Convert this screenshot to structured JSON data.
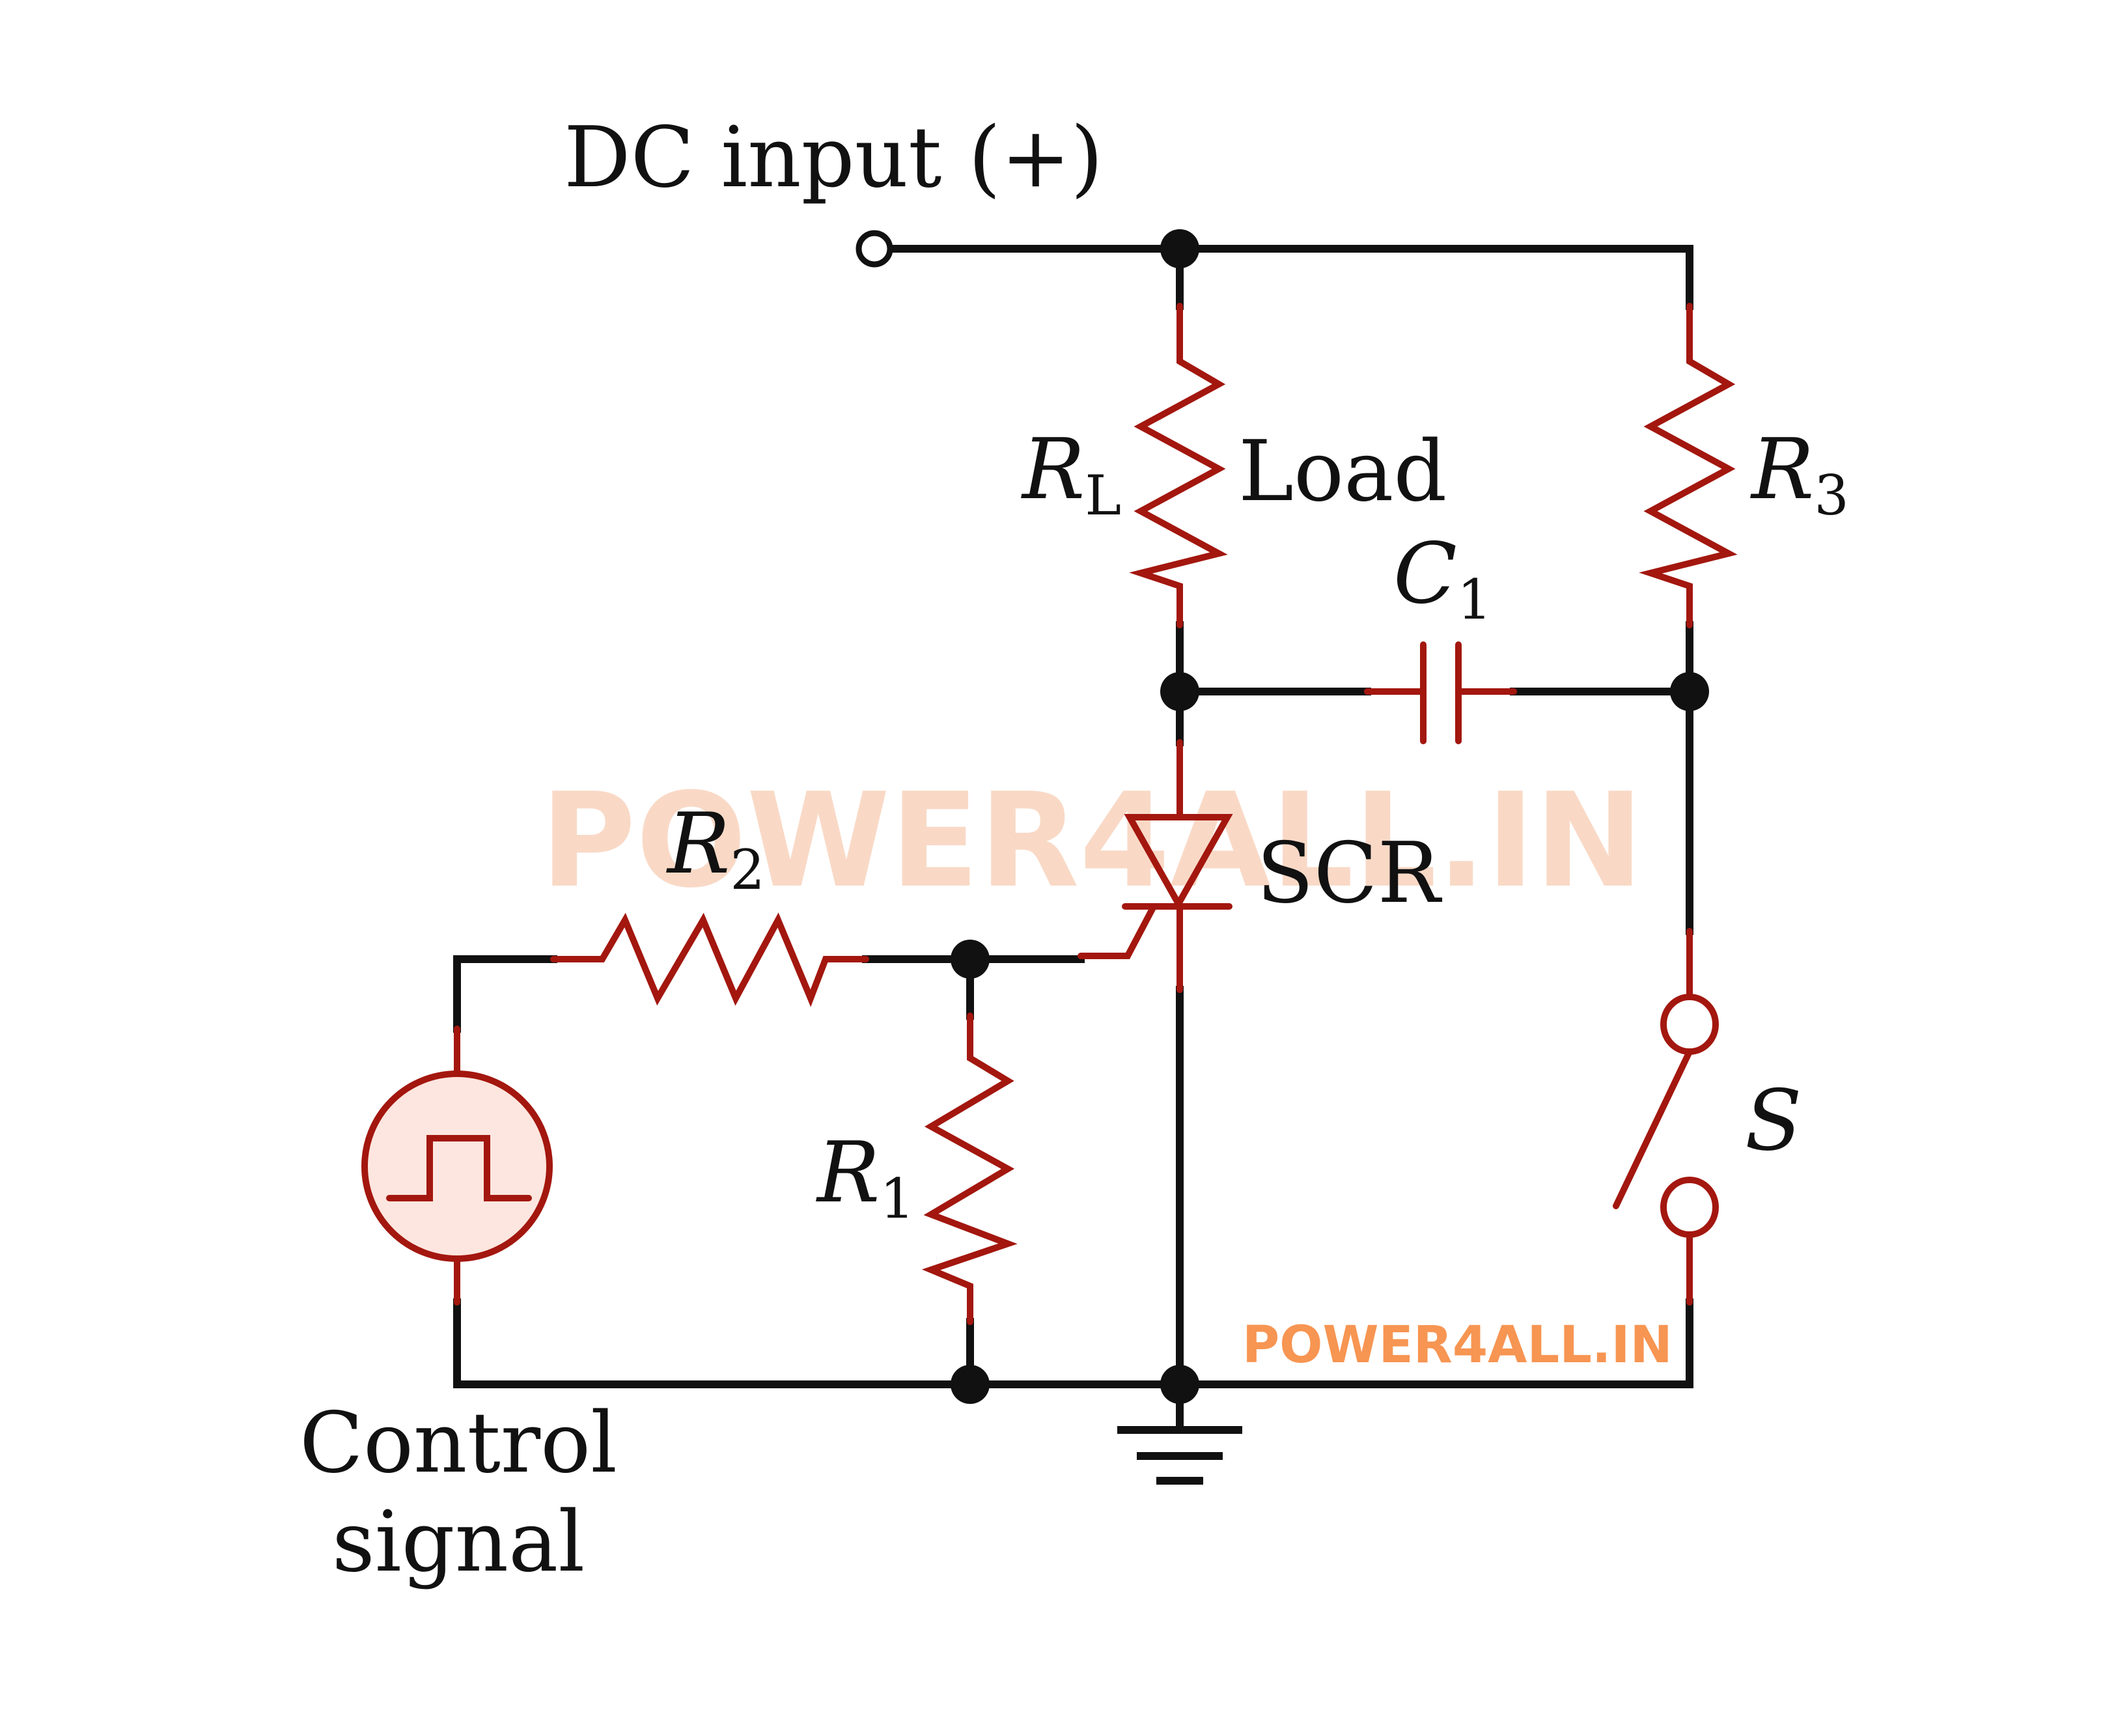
{
  "diagram": {
    "title": "SCR switching circuit with commutation capacitor",
    "colors": {
      "wire": "#111111",
      "component": "#a3170f",
      "source_fill": "#fde6df",
      "watermark_big": "#f9d9c6",
      "watermark_small": "#f79552"
    },
    "labels": {
      "dc_input": "DC input (+)",
      "rl_main": "R",
      "rl_sub": "L",
      "load": "Load",
      "r3_main": "R",
      "r3_sub": "3",
      "c1_main": "C",
      "c1_sub": "1",
      "r2_main": "R",
      "r2_sub": "2",
      "scr": "SCR",
      "r1_main": "R",
      "r1_sub": "1",
      "switch": "S",
      "control_line1": "Control",
      "control_line2": "signal"
    },
    "watermark": {
      "big": "POWER4ALL.IN",
      "small": "POWER4ALL.IN"
    },
    "components": [
      {
        "id": "RL",
        "type": "resistor",
        "role": "Load"
      },
      {
        "id": "R3",
        "type": "resistor"
      },
      {
        "id": "C1",
        "type": "capacitor"
      },
      {
        "id": "SCR",
        "type": "thyristor"
      },
      {
        "id": "R2",
        "type": "resistor"
      },
      {
        "id": "R1",
        "type": "resistor"
      },
      {
        "id": "S",
        "type": "switch",
        "state": "open"
      },
      {
        "id": "control-signal",
        "type": "pulse-source"
      },
      {
        "id": "ground",
        "type": "ground"
      }
    ]
  }
}
